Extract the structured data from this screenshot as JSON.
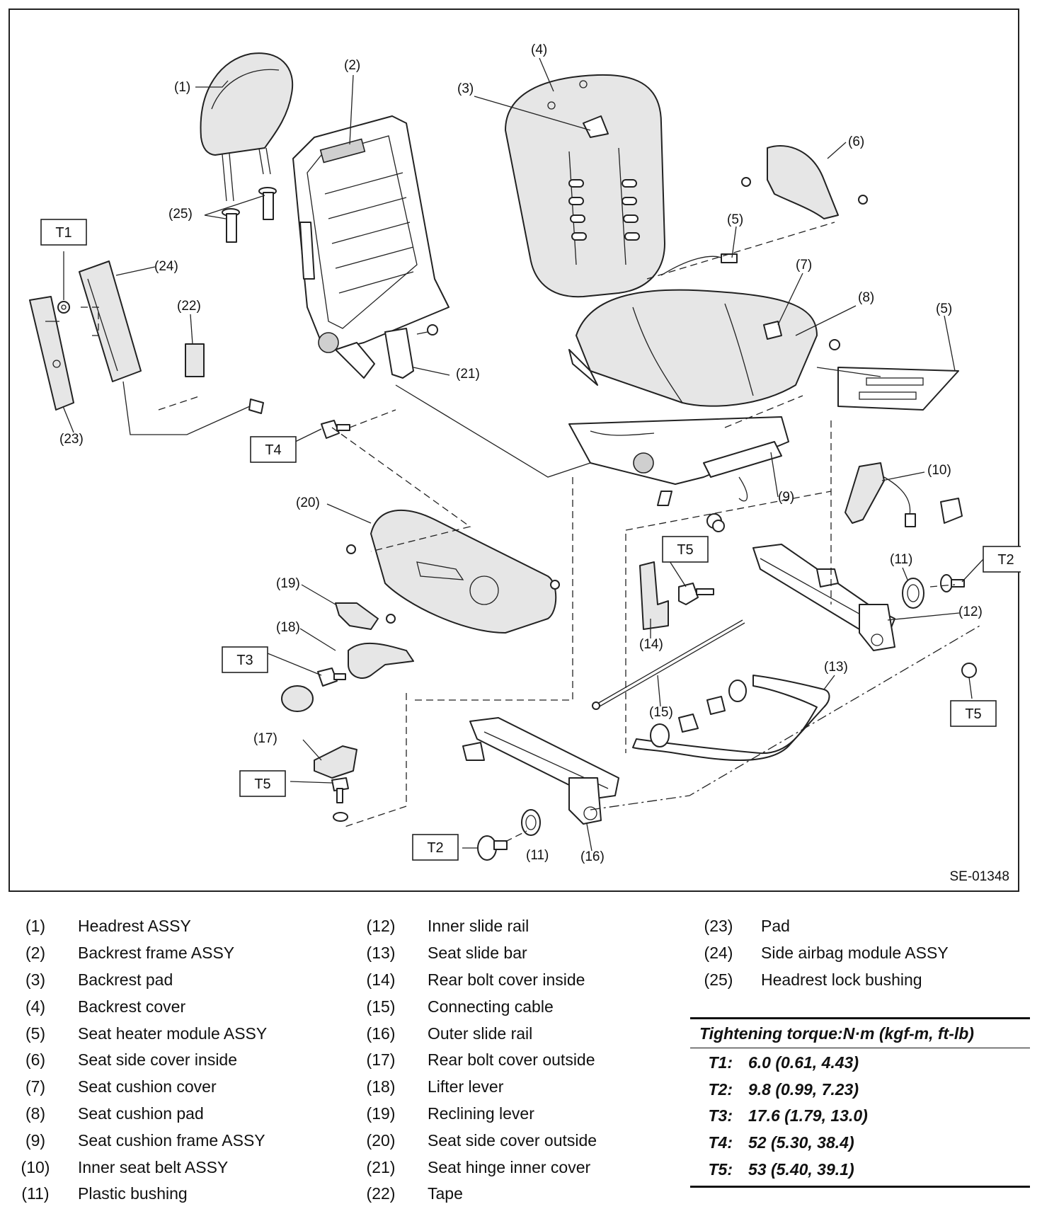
{
  "figure_code": "SE-01348",
  "callouts": [
    "(1)",
    "(2)",
    "(3)",
    "(4)",
    "(5)",
    "(6)",
    "(7)",
    "(8)",
    "(9)",
    "(10)",
    "(11)",
    "(12)",
    "(13)",
    "(14)",
    "(15)",
    "(16)",
    "(17)",
    "(18)",
    "(19)",
    "(20)",
    "(21)",
    "(22)",
    "(23)",
    "(24)",
    "(25)"
  ],
  "torque_labels": [
    "T1",
    "T2",
    "T3",
    "T4",
    "T5"
  ],
  "legend": {
    "col1": [
      {
        "num": "(1)",
        "label": "Headrest ASSY"
      },
      {
        "num": "(2)",
        "label": "Backrest frame ASSY"
      },
      {
        "num": "(3)",
        "label": "Backrest pad"
      },
      {
        "num": "(4)",
        "label": "Backrest cover"
      },
      {
        "num": "(5)",
        "label": "Seat heater module ASSY"
      },
      {
        "num": "(6)",
        "label": "Seat side cover inside"
      },
      {
        "num": "(7)",
        "label": "Seat cushion cover"
      },
      {
        "num": "(8)",
        "label": "Seat cushion pad"
      },
      {
        "num": "(9)",
        "label": "Seat cushion frame ASSY"
      },
      {
        "num": "(10)",
        "label": "Inner seat belt ASSY"
      },
      {
        "num": "(11)",
        "label": "Plastic bushing"
      }
    ],
    "col2": [
      {
        "num": "(12)",
        "label": "Inner slide rail"
      },
      {
        "num": "(13)",
        "label": "Seat slide bar"
      },
      {
        "num": "(14)",
        "label": "Rear bolt cover inside"
      },
      {
        "num": "(15)",
        "label": "Connecting cable"
      },
      {
        "num": "(16)",
        "label": "Outer slide rail"
      },
      {
        "num": "(17)",
        "label": "Rear bolt cover outside"
      },
      {
        "num": "(18)",
        "label": "Lifter lever"
      },
      {
        "num": "(19)",
        "label": "Reclining lever"
      },
      {
        "num": "(20)",
        "label": "Seat side cover outside"
      },
      {
        "num": "(21)",
        "label": "Seat hinge inner cover"
      },
      {
        "num": "(22)",
        "label": "Tape"
      }
    ],
    "col3": [
      {
        "num": "(23)",
        "label": "Pad"
      },
      {
        "num": "(24)",
        "label": "Side airbag module ASSY"
      },
      {
        "num": "(25)",
        "label": "Headrest lock bushing"
      }
    ]
  },
  "torque": {
    "heading": "Tightening torque:N·m (kgf-m, ft-lb)",
    "rows": [
      {
        "key": "T1:",
        "value": "6.0 (0.61, 4.43)"
      },
      {
        "key": "T2:",
        "value": "9.8 (0.99, 7.23)"
      },
      {
        "key": "T3:",
        "value": "17.6 (1.79, 13.0)"
      },
      {
        "key": "T4:",
        "value": "52 (5.30, 38.4)"
      },
      {
        "key": "T5:",
        "value": "53 (5.40, 39.1)"
      }
    ]
  }
}
